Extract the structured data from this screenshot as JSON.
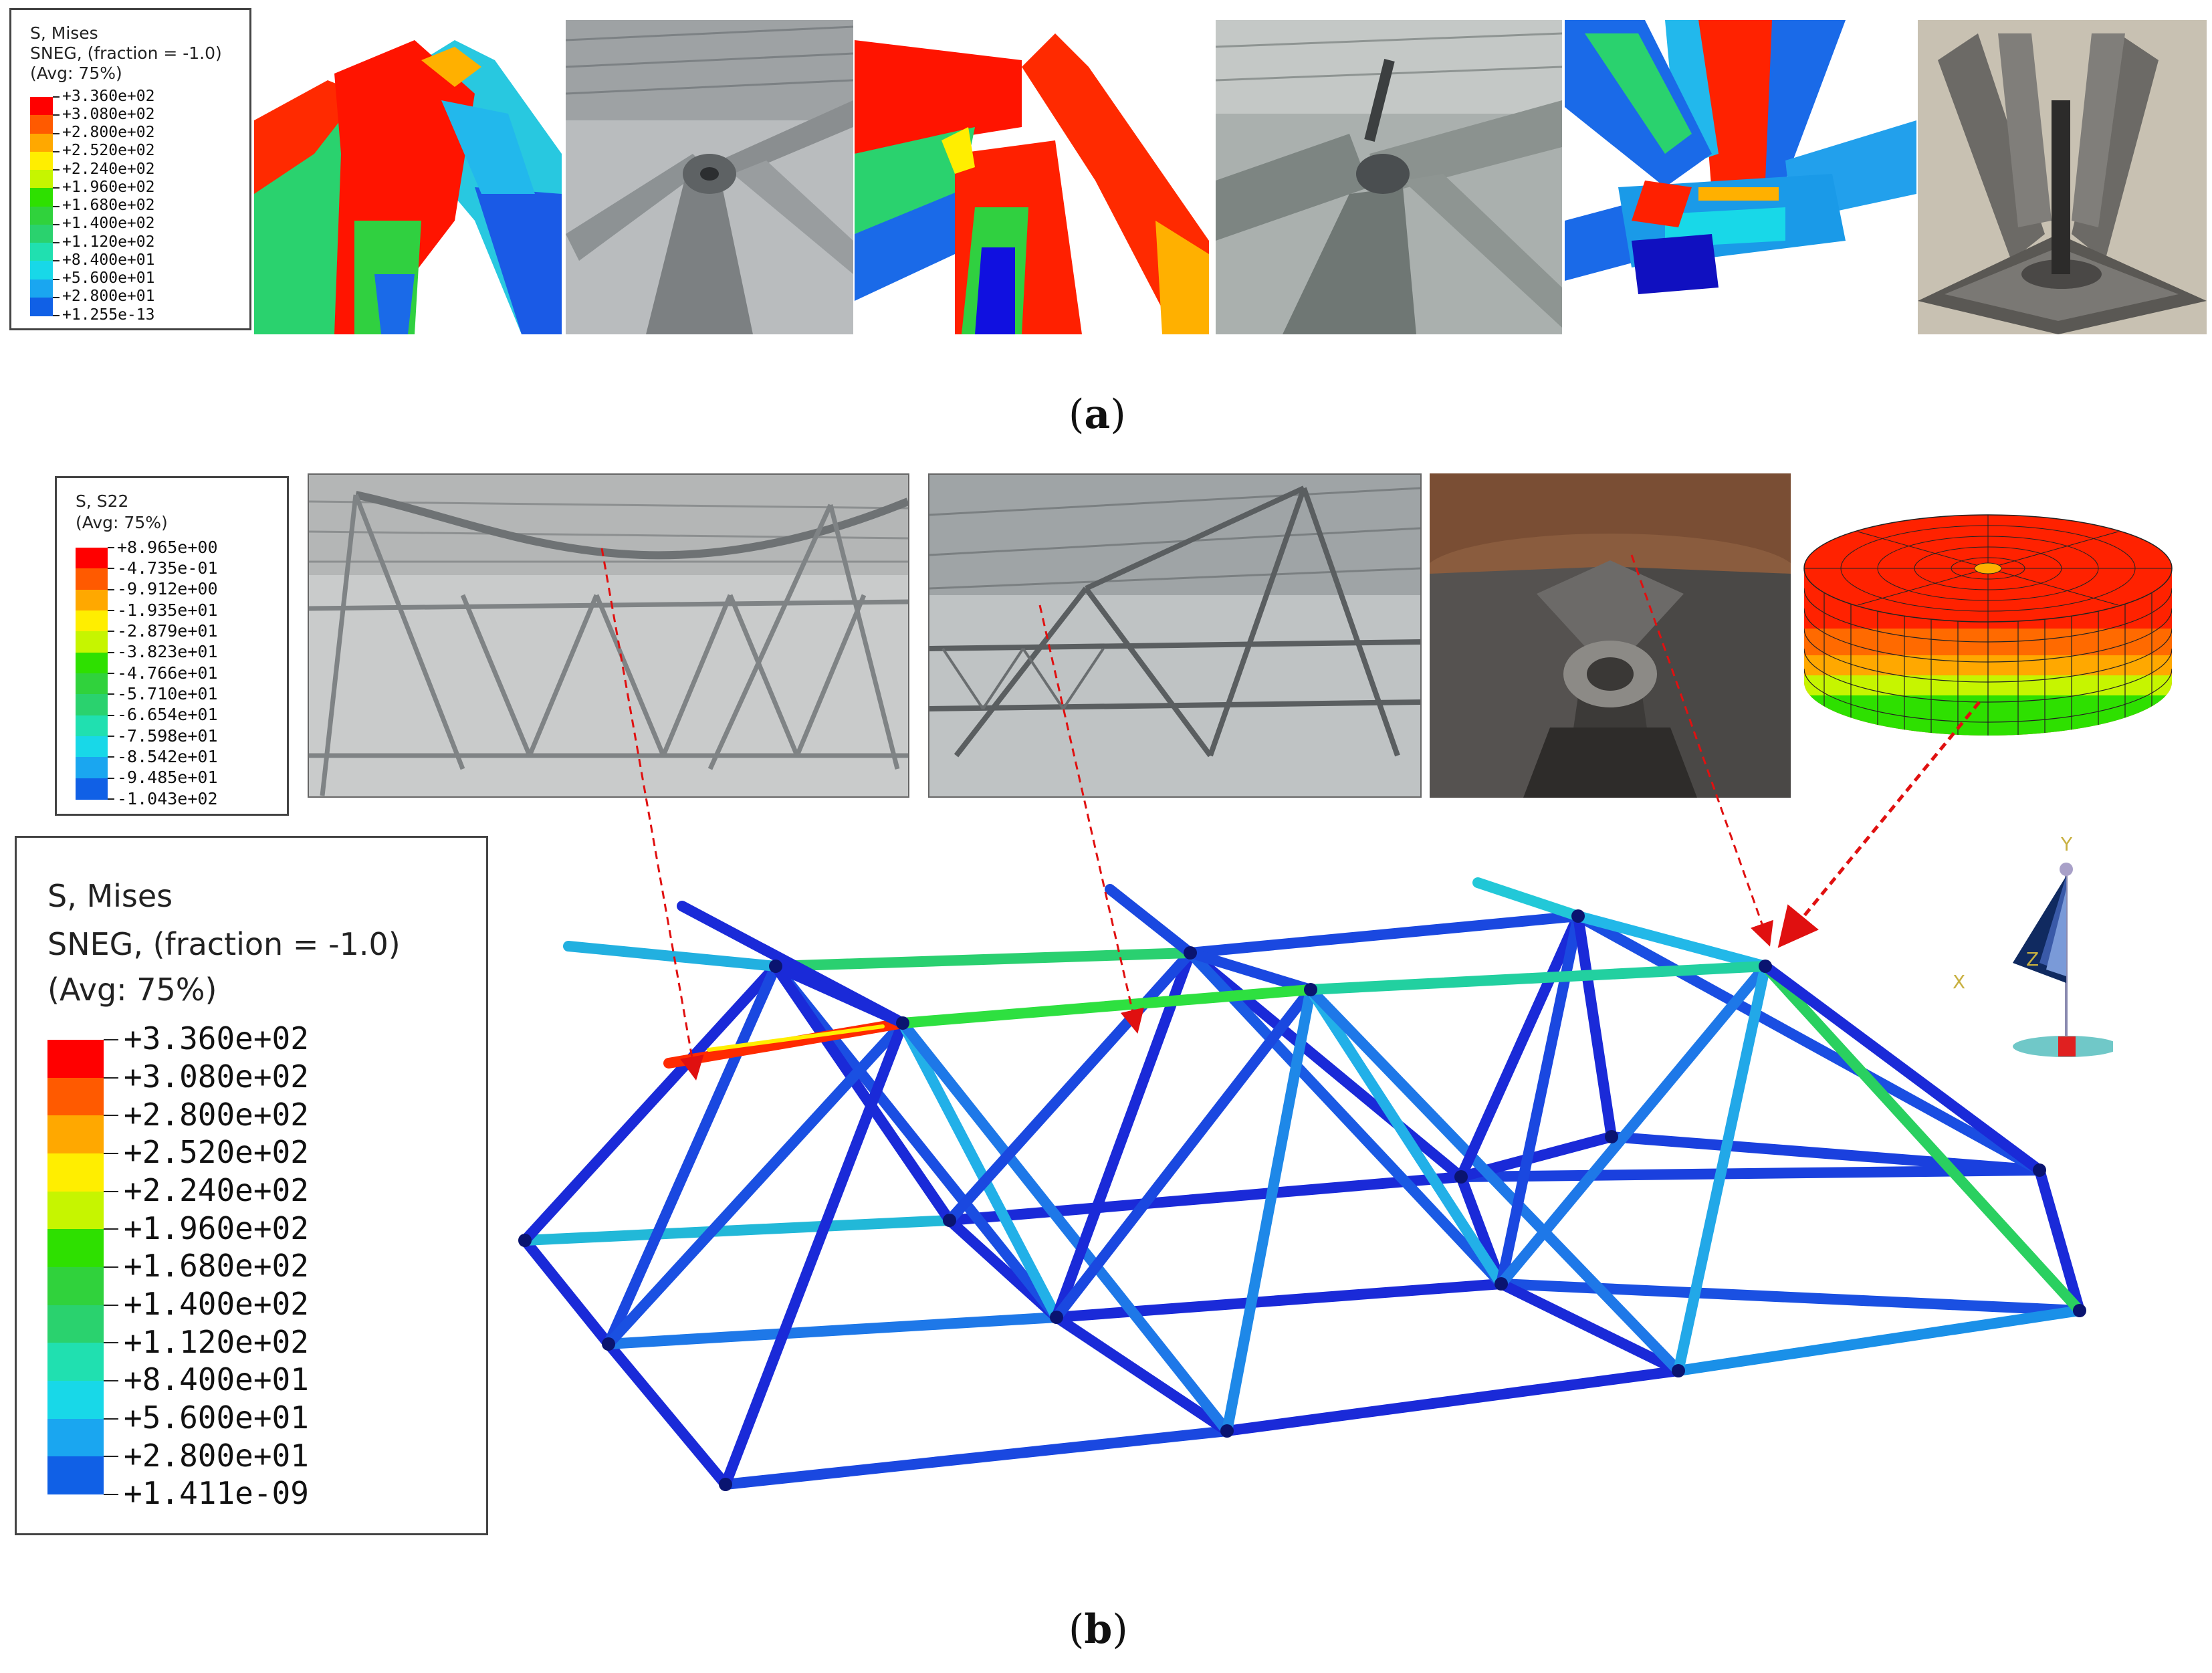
{
  "legend_a": {
    "title": [
      "S, Mises",
      "SNEG, (fraction = -1.0)",
      "(Avg: 75%)"
    ],
    "labels": [
      "+3.360e+02",
      "+3.080e+02",
      "+2.800e+02",
      "+2.520e+02",
      "+2.240e+02",
      "+1.960e+02",
      "+1.680e+02",
      "+1.400e+02",
      "+1.120e+02",
      "+8.400e+01",
      "+5.600e+01",
      "+2.800e+01",
      "+1.255e-13"
    ],
    "colors": [
      "#ff0000",
      "#ff5a00",
      "#ffa800",
      "#ffee00",
      "#c6f500",
      "#2ee000",
      "#30d23c",
      "#2ad26e",
      "#20e0b0",
      "#18d8e8",
      "#1aa6f0",
      "#1060e6",
      "#1010e0"
    ]
  },
  "legend_b_small": {
    "title": [
      "S, S22",
      "(Avg: 75%)"
    ],
    "labels": [
      "+8.965e+00",
      "-4.735e-01",
      "-9.912e+00",
      "-1.935e+01",
      "-2.879e+01",
      "-3.823e+01",
      "-4.766e+01",
      "-5.710e+01",
      "-6.654e+01",
      "-7.598e+01",
      "-8.542e+01",
      "-9.485e+01",
      "-1.043e+02"
    ],
    "colors": [
      "#ff0000",
      "#ff5a00",
      "#ffa800",
      "#ffee00",
      "#c6f500",
      "#2ee000",
      "#30d23c",
      "#2ad26e",
      "#20e0b0",
      "#18d8e8",
      "#1aa6f0",
      "#1060e6",
      "#1010e0"
    ]
  },
  "legend_b_large": {
    "title": [
      "S, Mises",
      "SNEG, (fraction = -1.0)",
      "(Avg: 75%)"
    ],
    "labels": [
      "+3.360e+02",
      "+3.080e+02",
      "+2.800e+02",
      "+2.520e+02",
      "+2.240e+02",
      "+1.960e+02",
      "+1.680e+02",
      "+1.400e+02",
      "+1.120e+02",
      "+8.400e+01",
      "+5.600e+01",
      "+2.800e+01",
      "+1.411e-09"
    ],
    "colors": [
      "#ff0000",
      "#ff5a00",
      "#ffa800",
      "#ffee00",
      "#c6f500",
      "#2ee000",
      "#30d23c",
      "#2ad26e",
      "#20e0b0",
      "#18d8e8",
      "#1aa6f0",
      "#1060e6",
      "#1010e0"
    ]
  },
  "captions": {
    "a": "a",
    "b": "b"
  },
  "triad": {
    "x": "X",
    "y": "Y",
    "z": "Z"
  }
}
